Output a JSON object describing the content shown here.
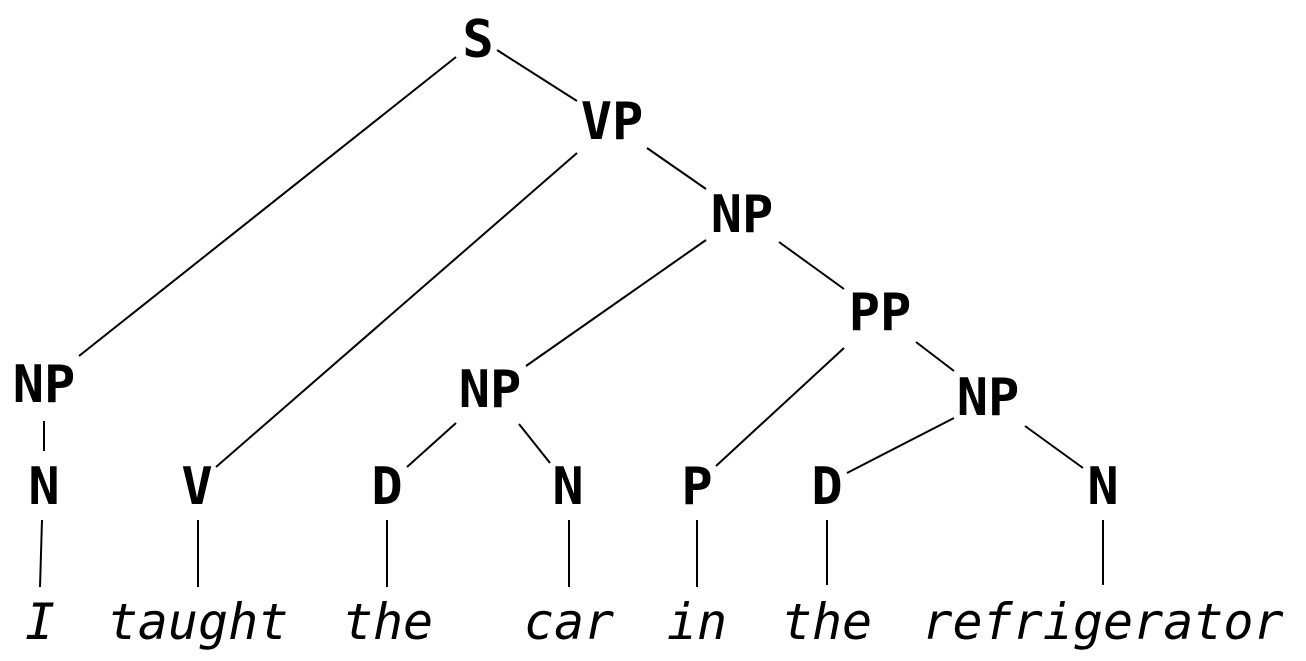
{
  "tree": {
    "nodes": [
      {
        "id": "s",
        "label": "S"
      },
      {
        "id": "vp",
        "label": "VP"
      },
      {
        "id": "np_obj",
        "label": "NP"
      },
      {
        "id": "pp",
        "label": "PP"
      },
      {
        "id": "np_subj",
        "label": "NP"
      },
      {
        "id": "np_car",
        "label": "NP"
      },
      {
        "id": "np_fridge",
        "label": "NP"
      },
      {
        "id": "n_i",
        "label": "N"
      },
      {
        "id": "v",
        "label": "V"
      },
      {
        "id": "d_1",
        "label": "D"
      },
      {
        "id": "n_car",
        "label": "N"
      },
      {
        "id": "p",
        "label": "P"
      },
      {
        "id": "d_2",
        "label": "D"
      },
      {
        "id": "n_fridge",
        "label": "N"
      }
    ],
    "words": [
      {
        "id": "w_i",
        "text": "I"
      },
      {
        "id": "w_taught",
        "text": "taught"
      },
      {
        "id": "w_the1",
        "text": "the"
      },
      {
        "id": "w_car",
        "text": "car"
      },
      {
        "id": "w_in",
        "text": "in"
      },
      {
        "id": "w_the2",
        "text": "the"
      },
      {
        "id": "w_refrigerator",
        "text": "refrigerator"
      }
    ],
    "edges": [
      [
        "s",
        "np_subj"
      ],
      [
        "s",
        "vp"
      ],
      [
        "vp",
        "v"
      ],
      [
        "vp",
        "np_obj"
      ],
      [
        "np_obj",
        "np_car"
      ],
      [
        "np_obj",
        "pp"
      ],
      [
        "pp",
        "p"
      ],
      [
        "pp",
        "np_fridge"
      ],
      [
        "np_subj",
        "n_i"
      ],
      [
        "np_car",
        "d_1"
      ],
      [
        "np_car",
        "n_car"
      ],
      [
        "np_fridge",
        "d_2"
      ],
      [
        "np_fridge",
        "n_fridge"
      ],
      [
        "n_i",
        "w_i"
      ],
      [
        "v",
        "w_taught"
      ],
      [
        "d_1",
        "w_the1"
      ],
      [
        "n_car",
        "w_car"
      ],
      [
        "p",
        "w_in"
      ],
      [
        "d_2",
        "w_the2"
      ],
      [
        "n_fridge",
        "w_refrigerator"
      ]
    ]
  }
}
